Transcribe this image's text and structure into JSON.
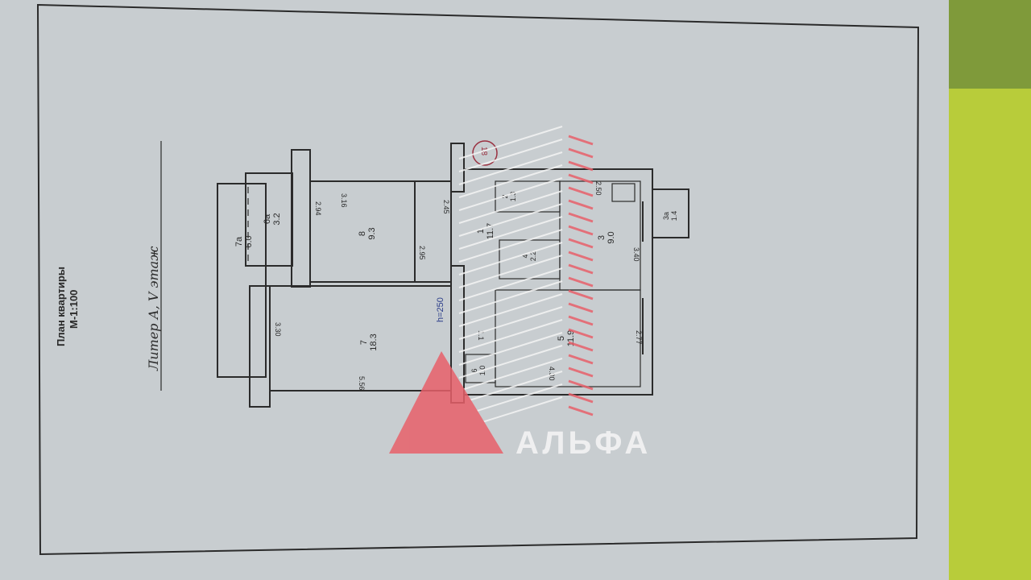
{
  "document": {
    "title": "План квартиры",
    "scale": "М-1:100",
    "subtitle": "Литер А, V этаж",
    "ceiling_height": "h=250",
    "stamp": "18"
  },
  "rooms": [
    {
      "number": "7а",
      "area": "6.0"
    },
    {
      "number": "6а",
      "area": "3.2"
    },
    {
      "number": "8",
      "area": "9.3"
    },
    {
      "number": "7",
      "area": "18.3"
    },
    {
      "number": "1",
      "area": "11.7"
    },
    {
      "number": "2",
      "area": "1.3"
    },
    {
      "number": "4",
      "area": "2.2"
    },
    {
      "number": "3",
      "area": "9.0"
    },
    {
      "number": "3а",
      "area": "1.4"
    },
    {
      "number": "5",
      "area": "11.9"
    },
    {
      "number": "6",
      "area": "1.0"
    }
  ],
  "dimensions": [
    "3.16",
    "2.94",
    "2.95",
    "3.30",
    "5.56",
    "2.45",
    "2.50",
    "3.40",
    "2.77",
    "4.30",
    "1.1"
  ],
  "watermark": {
    "text": "АЛЬФА",
    "color": "#e8606a"
  }
}
